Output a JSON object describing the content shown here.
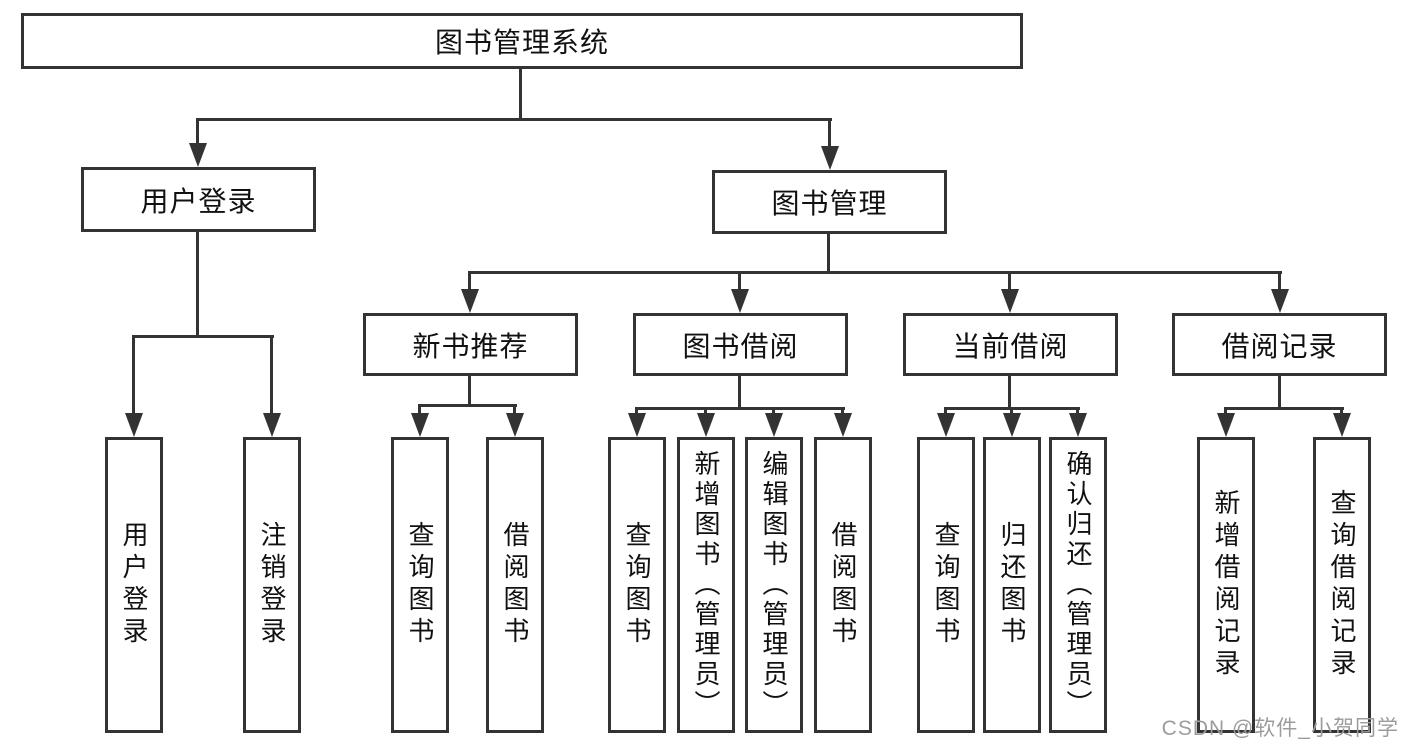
{
  "root_label": "图书管理系统",
  "branches": {
    "user_login": {
      "label": "用户登录",
      "children": [
        "用户登录",
        "注销登录"
      ]
    },
    "book_management": {
      "label": "图书管理",
      "children": [
        {
          "label": "新书推荐",
          "children": [
            "查询图书",
            "借阅图书"
          ]
        },
        {
          "label": "图书借阅",
          "children": [
            "查询图书",
            "新增图书（管理员）",
            "编辑图书（管理员）",
            "借阅图书"
          ]
        },
        {
          "label": "当前借阅",
          "children": [
            "查询图书",
            "归还图书",
            "确认归还（管理员）"
          ]
        },
        {
          "label": "借阅记录",
          "children": [
            "新增借阅记录",
            "查询借阅记录"
          ]
        }
      ]
    }
  },
  "watermark": "CSDN @软件_小贺同学",
  "colors": {
    "line": "#333333",
    "text": "#111111",
    "background": "#ffffff",
    "watermark": "#9c9c9c"
  }
}
